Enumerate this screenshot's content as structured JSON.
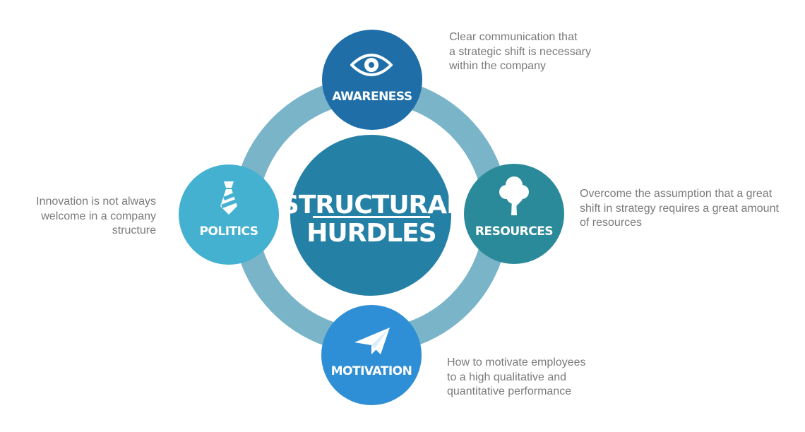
{
  "colors": {
    "ring": "#7ab4c8",
    "center": "#2580a6",
    "awareness": "#1f6ea8",
    "resources": "#2b8a99",
    "motivation": "#2f8fd6",
    "politics": "#45b1d1"
  },
  "center": {
    "line1": "STRUCTURAL",
    "line2": "HURDLES"
  },
  "nodes": {
    "awareness": {
      "label": "AWARENESS",
      "icon": "eye-icon",
      "description": [
        "Clear communication that",
        "a strategic shift is necessary",
        "within the company"
      ]
    },
    "resources": {
      "label": "RESOURCES",
      "icon": "tree-icon",
      "description": [
        "Overcome the assumption that  a great",
        "shift in strategy  requires a great amount",
        "of resources"
      ]
    },
    "motivation": {
      "label": "MOTIVATION",
      "icon": "paper-plane-icon",
      "description": [
        "How to motivate employees",
        "to a high qualitative and",
        "quantitative performance"
      ]
    },
    "politics": {
      "label": "POLITICS",
      "icon": "tie-icon",
      "description": [
        "Innovation is not always",
        "welcome in a company",
        "structure"
      ]
    }
  }
}
